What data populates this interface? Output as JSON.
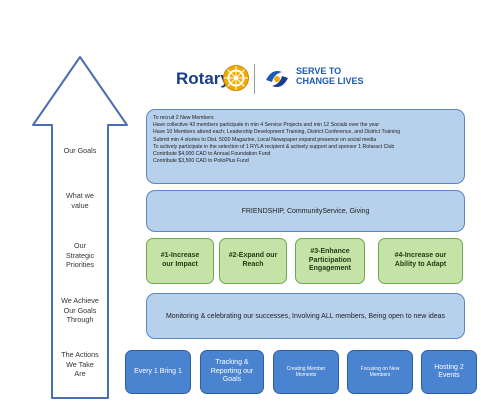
{
  "logo": {
    "rotary": "Rotary",
    "tagline_1": "SERVE TO",
    "tagline_2": "CHANGE LIVES"
  },
  "sidebar": {
    "goals": "Our Goals",
    "values_1": "What we",
    "values_2": "value",
    "priorities_1": "Our",
    "priorities_2": "Strategic",
    "priorities_3": "Priorities",
    "achieve_1": "We Achieve",
    "achieve_2": "Our Goals",
    "achieve_3": "Through",
    "actions_1": "The Actions",
    "actions_2": "We Take",
    "actions_3": "Are"
  },
  "goals": [
    "To recruit 2 New Members",
    "Have collective 43 members participate in min 4 Service Projects and min 12 Socials over the year",
    "Have 10 Members attend each; Leadership Development Training, District Conference, and District Training",
    "Submit min 4 stories to Dist. 5020 Magazine, Local Newspaper expand presence on social media",
    "To actively participate in the selection of 1 RYLA recipient & actively support and sponsor 1 Rotaract Club",
    "Contribute $4,000 CAD to Annual Foundation Fund",
    "Contribute $3,500 CAD to PolioPlus Fund"
  ],
  "values": "FRIENDSHIP, CommunityService, Giving",
  "priorities": [
    {
      "line1": "#1-Increase",
      "line2": "our Impact"
    },
    {
      "line1": "#2-Expand our",
      "line2": "Reach"
    },
    {
      "line1": "#3-Enhance",
      "line2": "Participation",
      "line3": "Engagement"
    },
    {
      "line1": "#4-Increase our",
      "line2": "Ability to Adapt"
    }
  ],
  "achieve": "Monitoring & celebrating our successes, Involving ALL members, Being open to new ideas",
  "actions": [
    {
      "line1": "Every 1 Bring 1"
    },
    {
      "line1": "Tracking &",
      "line2": "Reporting our",
      "line3": "Goals"
    },
    {
      "line1": "Creating Member",
      "line2": "Moments"
    },
    {
      "line1": "Focusing on New",
      "line2": "Members"
    },
    {
      "line1": "Hosting 2",
      "line2": "Events"
    }
  ],
  "colors": {
    "arrow_fill": "#ffffff",
    "arrow_stroke": "#4a6fb0",
    "box_fill": "#b7d0ec",
    "priority_fill": "#c5e3a6",
    "action_fill": "#4a83cf",
    "rotary_blue": "#1a3c8c",
    "rotary_gold": "#f2a900"
  }
}
